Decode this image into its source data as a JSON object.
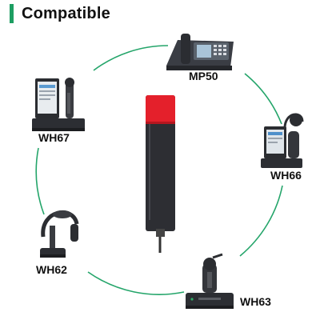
{
  "header": {
    "title": "Compatible",
    "accent_color": "#1d9e62"
  },
  "circle_color": "#24a56a",
  "center_device": {
    "name": "usb-dongle",
    "body_color": "#2d2e33",
    "cap_color": "#e4202b"
  },
  "devices": [
    {
      "id": "mp50",
      "label": "MP50",
      "icon": "desk-phone-icon"
    },
    {
      "id": "wh66",
      "label": "WH66",
      "icon": "headset-base-with-screen-icon"
    },
    {
      "id": "wh63",
      "label": "WH63",
      "icon": "headset-on-base-icon"
    },
    {
      "id": "wh62",
      "label": "WH62",
      "icon": "headset-stand-icon"
    },
    {
      "id": "wh67",
      "label": "WH67",
      "icon": "display-base-with-headset-icon"
    }
  ]
}
